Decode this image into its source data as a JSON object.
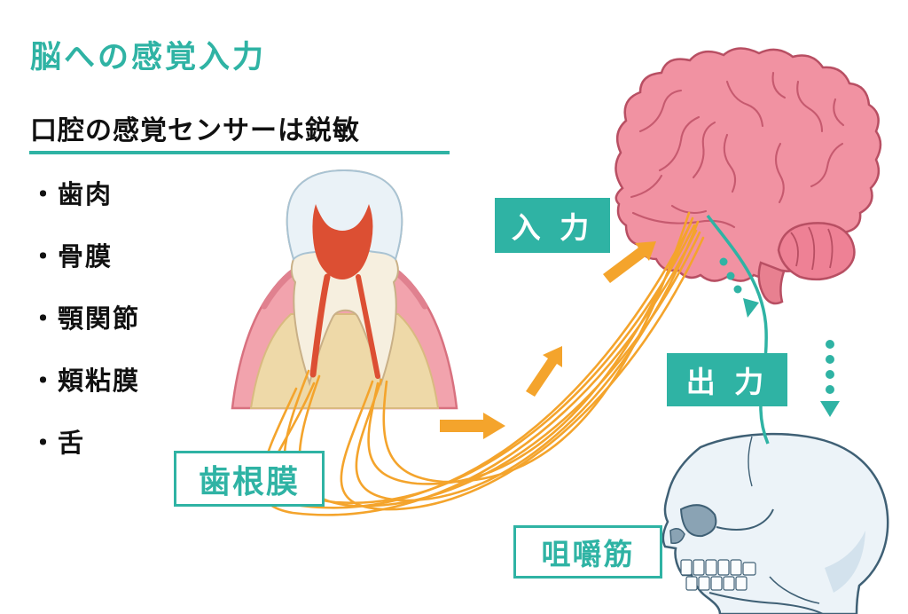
{
  "title": "脳への感覚入力",
  "subtitle": "口腔の感覚センサーは鋭敏",
  "sensor_list": [
    "・歯肉",
    "・骨膜",
    "・顎関節",
    "・頬粘膜",
    "・舌"
  ],
  "labels": {
    "input": "入 力",
    "output": "出 力",
    "periodontal_ligament": "歯根膜",
    "masticatory_muscle": "咀嚼筋"
  },
  "colors": {
    "accent_teal": "#2fb3a4",
    "nerve_orange": "#f4a42c",
    "brain_pink": "#f192a2",
    "pulp_red": "#dc4f33",
    "skull_blue": "#ecf3f8",
    "text": "#111111"
  }
}
